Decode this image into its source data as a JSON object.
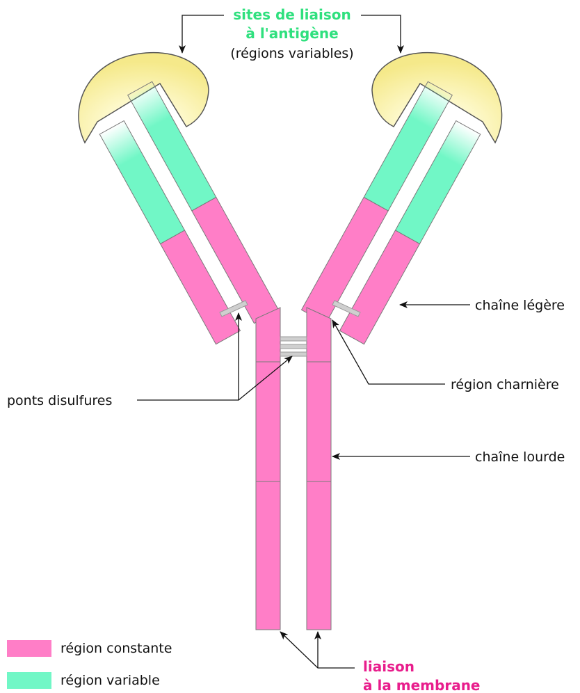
{
  "colors": {
    "constant": "#ff7ec7",
    "variable": "#71f7c6",
    "site_title": "#2fe07e",
    "membrane_title": "#e81d8c",
    "binding_site": "#fbf3a8"
  },
  "labels": {
    "sites_line1": "sites de liaison",
    "sites_line2": "à l'antigène",
    "sites_line3": "(régions variables)",
    "light_chain": "chaîne légère",
    "hinge_region": "région charnière",
    "disulfide_bridges": "ponts disulfures",
    "heavy_chain": "chaîne lourde",
    "membrane_line1": "liaison",
    "membrane_line2": "à la membrane"
  },
  "legend": {
    "constant_label": "région constante",
    "variable_label": "région variable"
  }
}
